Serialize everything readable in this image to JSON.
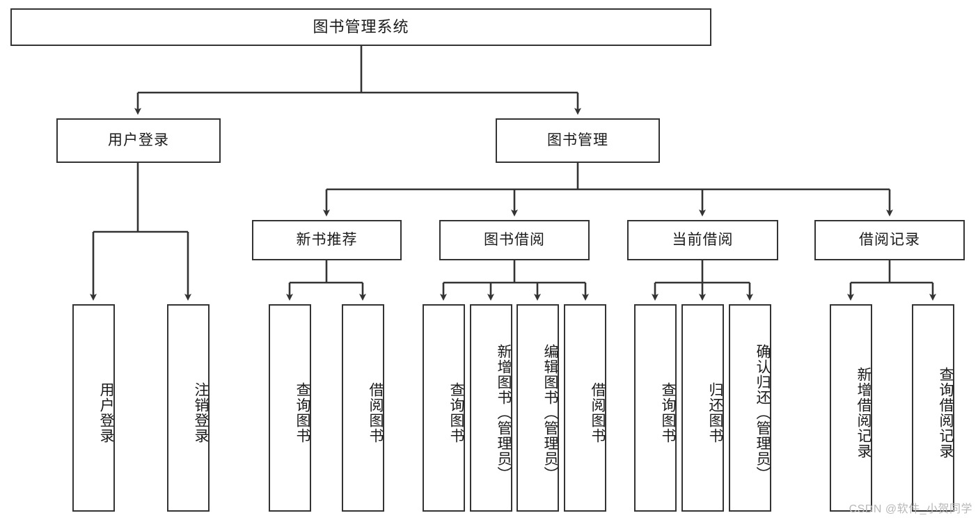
{
  "diagram": {
    "title": "图书管理系统",
    "type": "tree",
    "watermark": "CSDN @软件_小贺同学",
    "colors": {
      "node_border": "#333333",
      "node_fill": "#ffffff",
      "edge": "#333333",
      "text": "#1a1a1a",
      "watermark": "#b8b8b8"
    },
    "levels": {
      "root": {
        "label": "图书管理系统"
      },
      "level2": [
        {
          "label": "用户登录"
        },
        {
          "label": "图书管理"
        }
      ],
      "level3": [
        {
          "label": "新书推荐"
        },
        {
          "label": "图书借阅"
        },
        {
          "label": "当前借阅"
        },
        {
          "label": "借阅记录"
        }
      ],
      "leaves": [
        {
          "label": "用户登录",
          "parent": "用户登录"
        },
        {
          "label": "注销登录",
          "parent": "用户登录"
        },
        {
          "label": "查询图书",
          "parent": "新书推荐"
        },
        {
          "label": "借阅图书",
          "parent": "新书推荐"
        },
        {
          "label": "查询图书",
          "parent": "图书借阅"
        },
        {
          "label": "新增图书（管理员）",
          "parent": "图书借阅"
        },
        {
          "label": "编辑图书（管理员）",
          "parent": "图书借阅"
        },
        {
          "label": "借阅图书",
          "parent": "图书借阅"
        },
        {
          "label": "查询图书",
          "parent": "当前借阅"
        },
        {
          "label": "归还图书",
          "parent": "当前借阅"
        },
        {
          "label": "确认归还（管理员）",
          "parent": "当前借阅"
        },
        {
          "label": "新增借阅记录",
          "parent": "借阅记录"
        },
        {
          "label": "查询借阅记录",
          "parent": "借阅记录"
        }
      ]
    }
  }
}
